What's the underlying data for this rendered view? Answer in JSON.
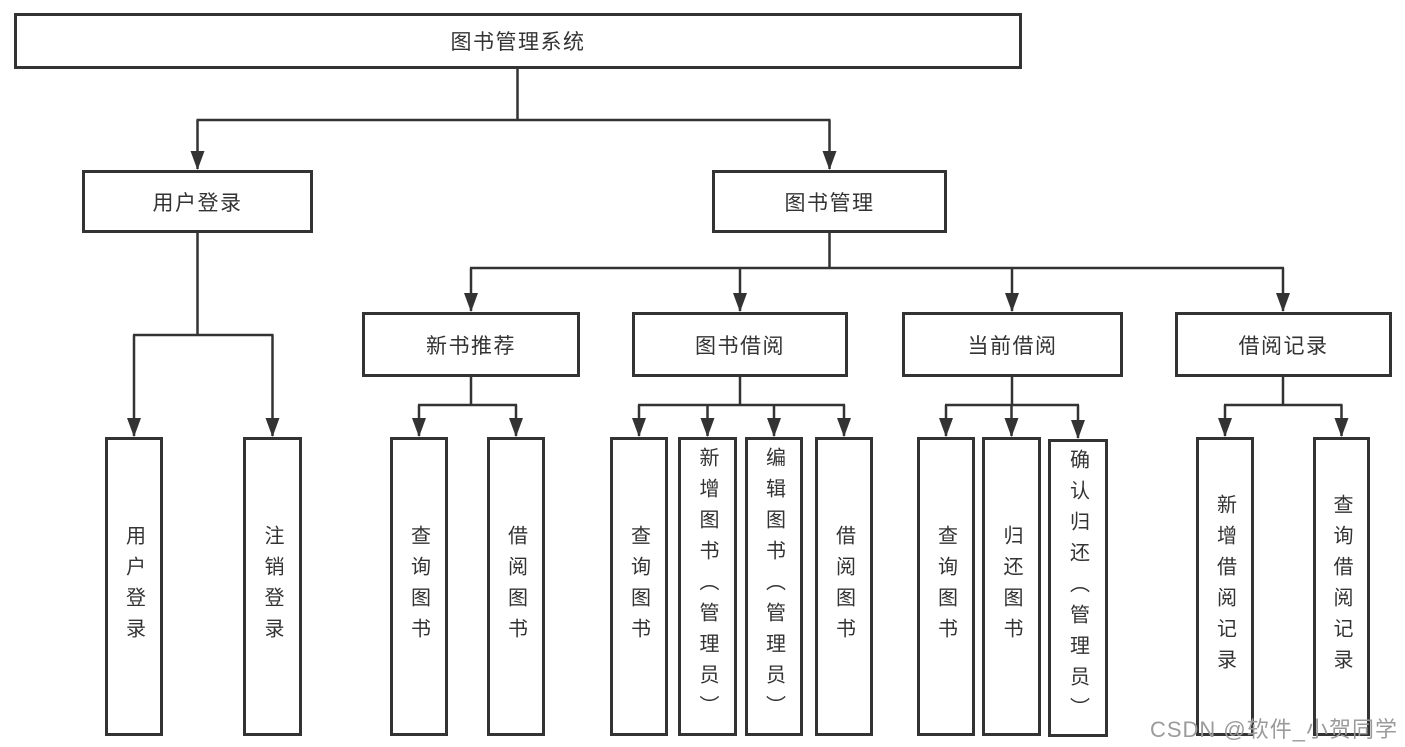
{
  "tree": {
    "label": "图书管理系统",
    "children": [
      {
        "label": "用户登录",
        "children": [
          {
            "label": "用户登录"
          },
          {
            "label": "注销登录"
          }
        ]
      },
      {
        "label": "图书管理",
        "children": [
          {
            "label": "新书推荐",
            "children": [
              {
                "label": "查询图书"
              },
              {
                "label": "借阅图书"
              }
            ]
          },
          {
            "label": "图书借阅",
            "children": [
              {
                "label": "查询图书"
              },
              {
                "label": "新增图书（管理员）"
              },
              {
                "label": "编辑图书（管理员）"
              },
              {
                "label": "借阅图书"
              }
            ]
          },
          {
            "label": "当前借阅",
            "children": [
              {
                "label": "查询图书"
              },
              {
                "label": "归还图书"
              },
              {
                "label": "确认归还（管理员）"
              }
            ]
          },
          {
            "label": "借阅记录",
            "children": [
              {
                "label": "新增借阅记录"
              },
              {
                "label": "查询借阅记录"
              }
            ]
          }
        ]
      }
    ]
  },
  "watermark": {
    "text": "CSDN @软件_小贺同学"
  },
  "colors": {
    "line": "#333333",
    "box_border": "#333333",
    "text": "#333333",
    "watermark_text": "#9b9b9b",
    "background": "#ffffff"
  }
}
